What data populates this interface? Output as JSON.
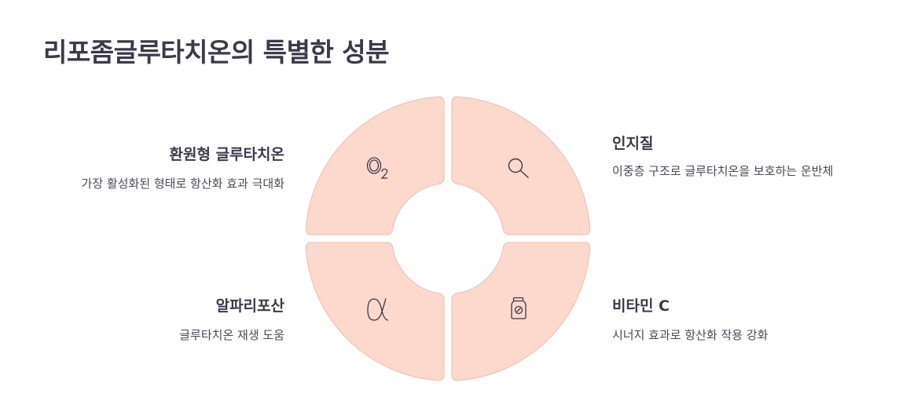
{
  "title": "리포좀글루타치온의 특별한 성분",
  "colors": {
    "segment_fill": "#fdd8cd",
    "segment_stroke": "#ecbcb0",
    "text": "#3b3a4a",
    "icon": "#3b3a4a"
  },
  "segments": [
    {
      "position": "top-left",
      "icon": "oxygen-o2-icon",
      "heading": "환원형 글루타치온",
      "description": "가장 활성화된 형태로 항산화 효과 극대화"
    },
    {
      "position": "top-right",
      "icon": "magnifier-icon",
      "heading": "인지질",
      "description": "이중층 구조로 글루타치온을 보호하는 운반체"
    },
    {
      "position": "bottom-left",
      "icon": "alpha-icon",
      "heading": "알파리포산",
      "description": "글루타치온 재생 도움"
    },
    {
      "position": "bottom-right",
      "icon": "supplement-jar-icon",
      "heading": "비타민 C",
      "description": "시너지 효과로 항산화 작용 강화"
    }
  ]
}
